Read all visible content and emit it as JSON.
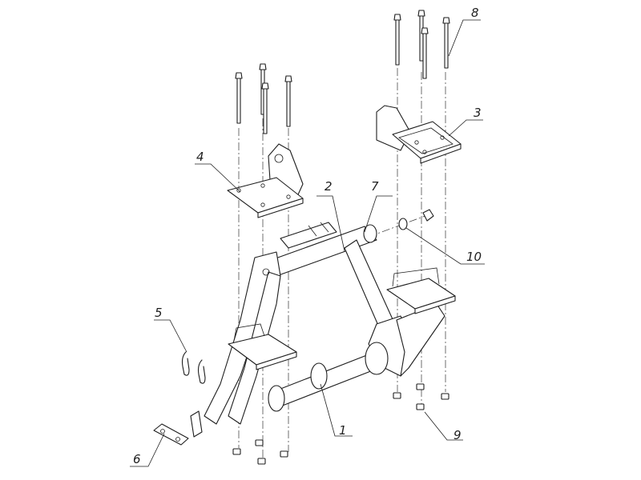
{
  "drawing": {
    "callouts": [
      {
        "id": "c1",
        "label": "1"
      },
      {
        "id": "c2",
        "label": "2"
      },
      {
        "id": "c3",
        "label": "3"
      },
      {
        "id": "c4",
        "label": "4"
      },
      {
        "id": "c5",
        "label": "5"
      },
      {
        "id": "c6",
        "label": "6"
      },
      {
        "id": "c7",
        "label": "7"
      },
      {
        "id": "c8",
        "label": "8"
      },
      {
        "id": "c9",
        "label": "9"
      },
      {
        "id": "c10",
        "label": "10"
      }
    ]
  }
}
